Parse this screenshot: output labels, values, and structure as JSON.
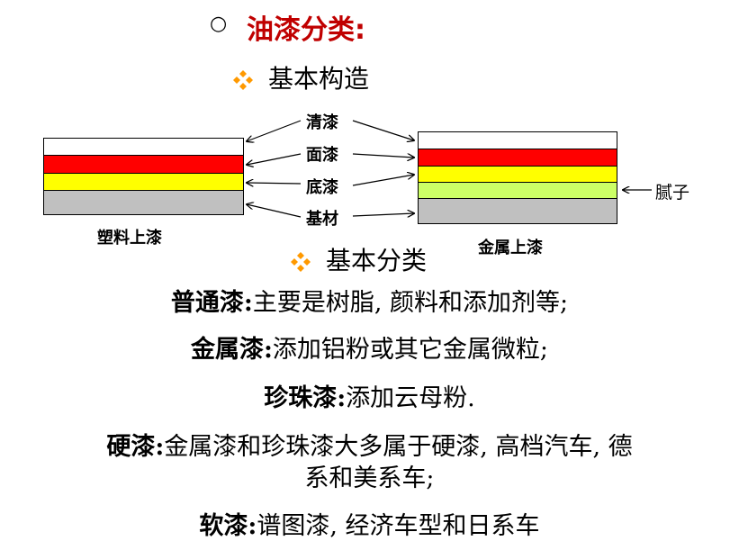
{
  "title": {
    "bullet": "○",
    "text": "油漆分类:"
  },
  "section1": {
    "heading": "基本构造"
  },
  "section2": {
    "heading": "基本分类"
  },
  "diagram": {
    "labels": {
      "clear_coat": "清漆",
      "top_coat": "面漆",
      "primer": "底漆",
      "substrate": "基材",
      "putty": "腻子"
    },
    "captions": {
      "plastic": "塑料上漆",
      "metal": "金属上漆"
    },
    "colors": {
      "white": "#ffffff",
      "red": "#ff0000",
      "yellow": "#ffff00",
      "lime": "#ccff66",
      "gray": "#c0c0c0",
      "accent": "#c00000",
      "diamond": "#ff9900"
    }
  },
  "items": [
    {
      "term": "普通漆",
      "sep": ":",
      "desc": "主要是树脂, 颜料和添加剂等;"
    },
    {
      "term": "金属漆",
      "sep": ":",
      "desc": "添加铝粉或其它金属微粒;"
    },
    {
      "term": "珍珠漆",
      "sep": ":",
      "desc": "添加云母粉."
    },
    {
      "term": "硬漆",
      "sep": ":",
      "desc": "金属漆和珍珠漆大多属于硬漆, 高档汽车, 德",
      "desc_cont": "系和美系车;"
    },
    {
      "term": "软漆",
      "sep": ":",
      "desc": "谱图漆, 经济车型和日系车"
    }
  ]
}
